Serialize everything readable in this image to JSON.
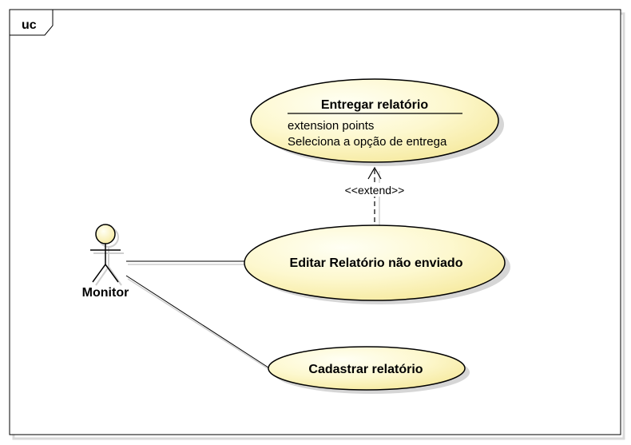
{
  "frame": {
    "tag": "uc"
  },
  "actor": {
    "name": "Monitor"
  },
  "use_cases": {
    "entregar": {
      "title": "Entregar relatório",
      "compartment_heading": "extension points",
      "extension_point": "Seleciona a opção de entrega"
    },
    "editar": {
      "title": "Editar Relatório não enviado"
    },
    "cadastrar": {
      "title": "Cadastrar relatório"
    }
  },
  "relationships": {
    "extend_label": "<<extend>>"
  },
  "colors": {
    "use_case_fill_light": "#fffff2",
    "use_case_fill_dark": "#fbf2b2",
    "shadow": "#d6d6d6",
    "line": "#000000"
  }
}
